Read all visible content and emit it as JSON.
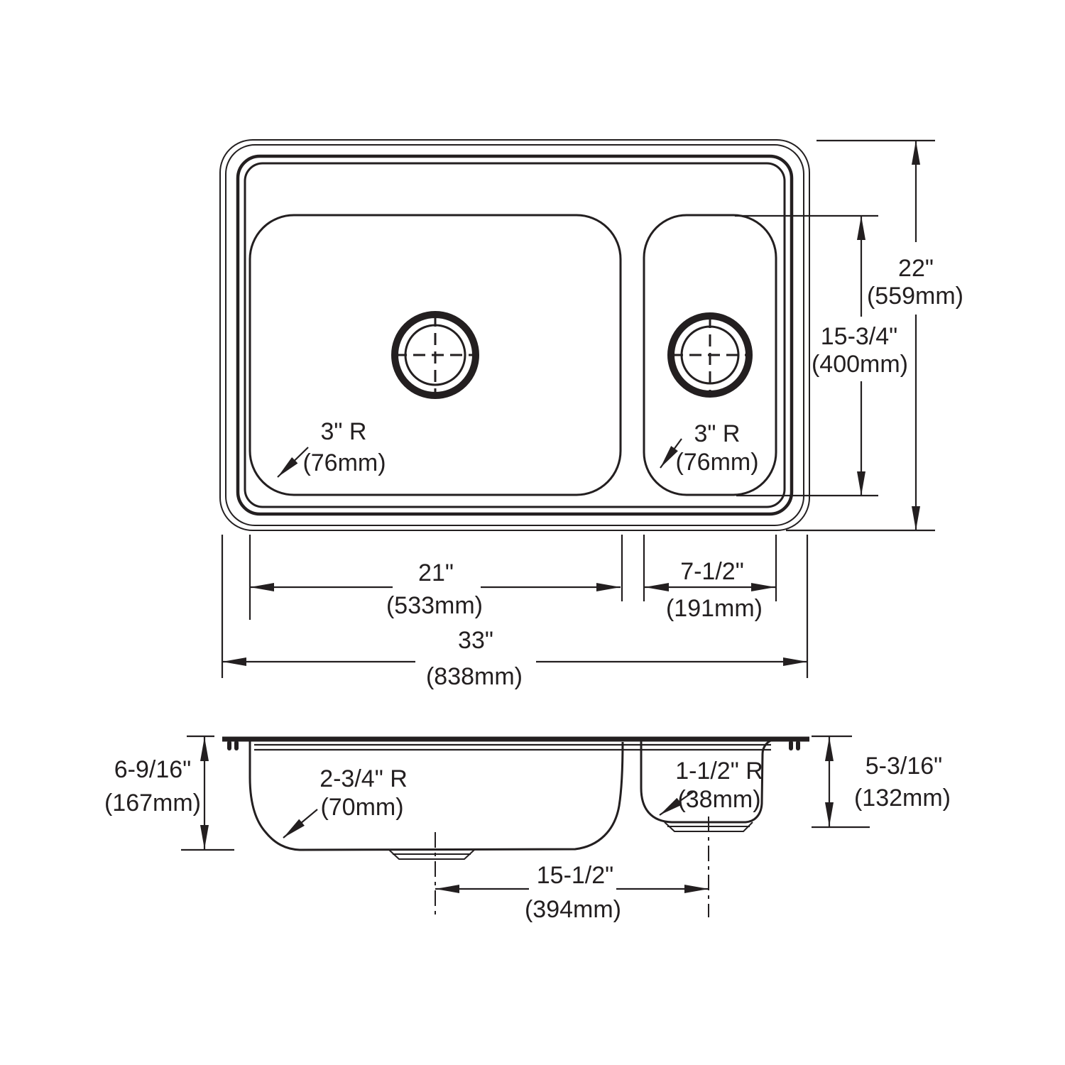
{
  "diagram": {
    "kind": "sink-dimension-drawing",
    "line_color": "#231f20",
    "background": "#ffffff",
    "top_view": {
      "overall_width_in": "33\"",
      "overall_width_mm": "(838mm)",
      "overall_depth_in": "22\"",
      "overall_depth_mm": "(559mm)",
      "bowl_front_back_in": "15-3/4\"",
      "bowl_front_back_mm": "(400mm)",
      "large_bowl_width_in": "21\"",
      "large_bowl_width_mm": "(533mm)",
      "small_bowl_width_in": "7-1/2\"",
      "small_bowl_width_mm": "(191mm)",
      "large_bowl_radius_in": "3\" R",
      "large_bowl_radius_mm": "(76mm)",
      "small_bowl_radius_in": "3\" R",
      "small_bowl_radius_mm": "(76mm)"
    },
    "section_view": {
      "large_bowl_depth_in": "6-9/16\"",
      "large_bowl_depth_mm": "(167mm)",
      "small_bowl_depth_in": "5-3/16\"",
      "small_bowl_depth_mm": "(132mm)",
      "large_bowl_bottom_radius_in": "2-3/4\" R",
      "large_bowl_bottom_radius_mm": "(70mm)",
      "small_bowl_bottom_radius_in": "1-1/2\" R",
      "small_bowl_bottom_radius_mm": "(38mm)",
      "drain_centers_in": "15-1/2\"",
      "drain_centers_mm": "(394mm)"
    }
  }
}
